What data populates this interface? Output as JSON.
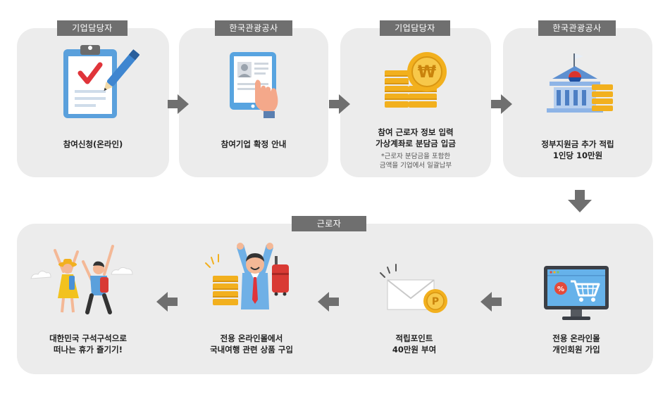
{
  "steps_top": [
    {
      "tag": "기업담당자",
      "label_lines": [
        "참여신청(온라인)"
      ],
      "icon": "clipboard-check-icon"
    },
    {
      "tag": "한국관광공사",
      "label_lines": [
        "참여기업 확정 안내"
      ],
      "icon": "tablet-profile-icon"
    },
    {
      "tag": "기업담당자",
      "label_lines": [
        "참여 근로자 정보 입력",
        "가상계좌로 분담금 입금"
      ],
      "note_lines": [
        "*근로자 분담금을 포함한",
        "금액을 기업에서 일괄납부"
      ],
      "icon": "won-coin-stack-icon"
    },
    {
      "tag": "한국관광공사",
      "label_lines": [
        "정부지원금 추가 적립",
        "1인당 10만원"
      ],
      "icon": "government-building-icon"
    }
  ],
  "bottom_tag": "근로자",
  "steps_bottom": [
    {
      "label_lines": [
        "전용 온라인몰",
        "개인회원 가입"
      ],
      "icon": "online-shop-monitor-icon"
    },
    {
      "label_lines": [
        "적립포인트",
        "40만원 부여"
      ],
      "icon": "envelope-point-icon"
    },
    {
      "label_lines": [
        "전용 온라인몰에서",
        "국내여행 관련 상품 구입"
      ],
      "icon": "happy-traveler-icon"
    },
    {
      "label_lines": [
        "대한민국 구석구석으로",
        "떠나는 휴가 즐기기!"
      ],
      "icon": "travel-couple-icon"
    }
  ],
  "colors": {
    "panel": "#ececec",
    "tag": "#6f6f6f",
    "arrow": "#6f6f6f",
    "accent_yellow": "#f2b01e",
    "accent_red": "#e34a3a",
    "accent_blue": "#3a8fd6"
  }
}
